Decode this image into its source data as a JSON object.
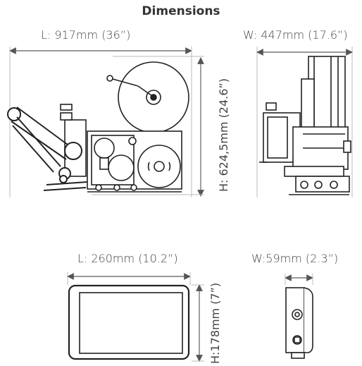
{
  "title": "Dimensions",
  "machine": {
    "length_label": "L: 917mm (36”)",
    "width_label": "W: 447mm (17.6”)",
    "height_label": "H: 624,5mm (24.6”)"
  },
  "screen": {
    "length_label": "L: 260mm (10.2”)",
    "width_label": "W:59mm (2.3”)",
    "height_label": "H:178mm (7”)"
  }
}
